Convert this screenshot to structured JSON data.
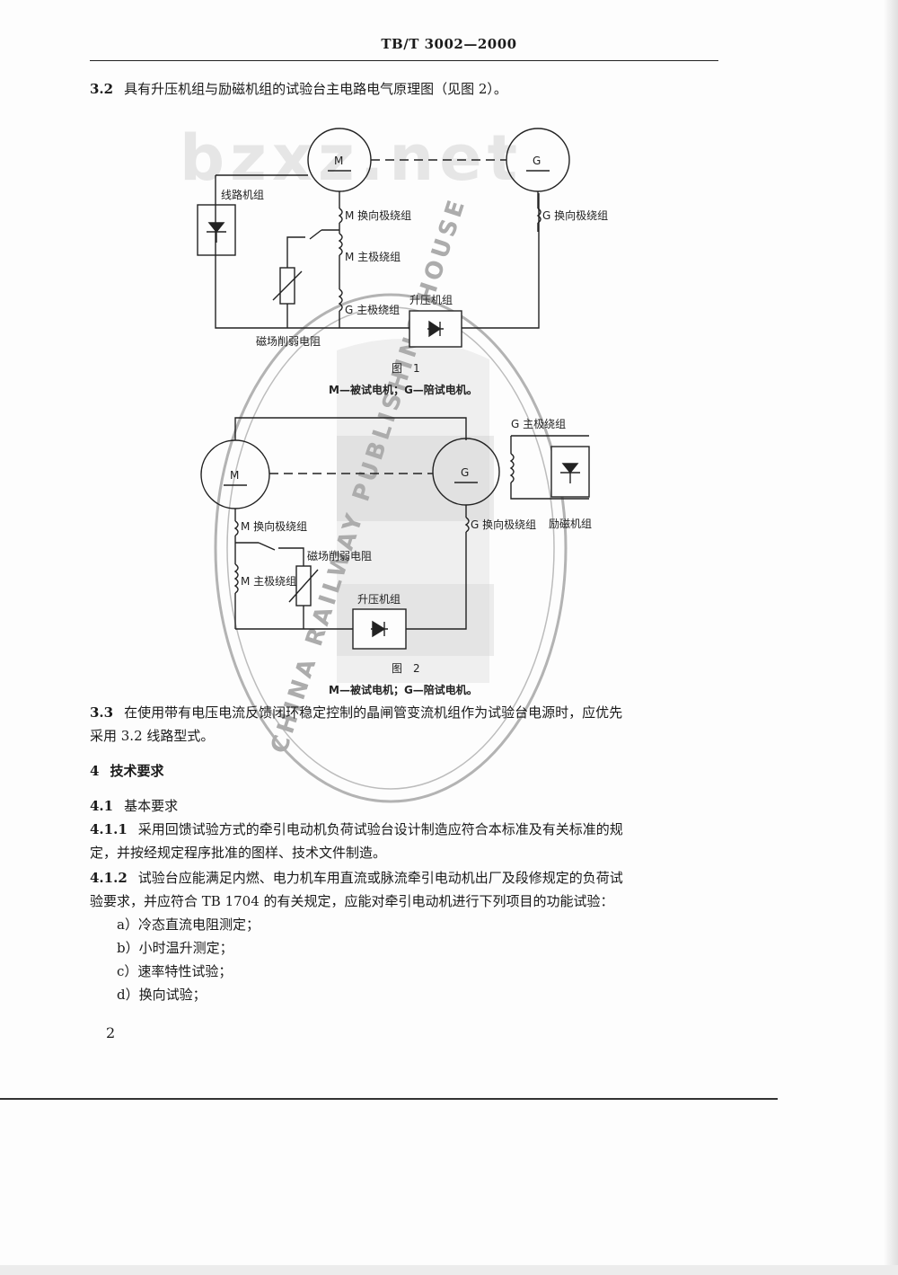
{
  "header": {
    "code": "TB/T 3002—2000"
  },
  "section_3_2": {
    "number": "3.2",
    "text": "具有升压机组与励磁机组的试验台主电路电气原理图（见图 2）。"
  },
  "watermark": {
    "text": "bzxz.net"
  },
  "stamp": {
    "text": "CHINA RAILWAY PUBLISHING HOUSE"
  },
  "figure1": {
    "motor_m": "M",
    "motor_g": "G",
    "line_unit": "线路机组",
    "m_commutation": "M 换向极绕组",
    "g_commutation": "G 换向极绕组",
    "m_main_pole": "M 主极绕组",
    "g_main_pole": "G 主极绕组",
    "boost_unit": "升压机组",
    "field_resistor": "磁场削弱电阻",
    "caption": "图　1",
    "legend": "M—被试电机；G—陪试电机。"
  },
  "figure2": {
    "motor_m": "M",
    "motor_g": "G",
    "g_main_pole": "G 主极绕组",
    "m_commutation": "M 换向极绕组",
    "g_commutation": "G 换向极绕组",
    "excitation_unit": "励磁机组",
    "field_resistor": "磁场削弱电阻",
    "m_main_pole": "M 主极绕组",
    "boost_unit": "升压机组",
    "caption": "图　2",
    "legend": "M—被试电机；G—陪试电机。"
  },
  "section_3_3": {
    "number": "3.3",
    "line1": "在使用带有电压电流反馈闭环稳定控制的晶闸管变流机组作为试验台电源时，应优先",
    "line2": "采用 3.2 线路型式。"
  },
  "section_4": {
    "number": "4",
    "title": "技术要求"
  },
  "section_4_1": {
    "number": "4.1",
    "title": "基本要求"
  },
  "section_4_1_1": {
    "number": "4.1.1",
    "line1": "采用回馈试验方式的牵引电动机负荷试验台设计制造应符合本标准及有关标准的规",
    "line2": "定，并按经规定程序批准的图样、技术文件制造。"
  },
  "section_4_1_2": {
    "number": "4.1.2",
    "line1": "试验台应能满足内燃、电力机车用直流或脉流牵引电动机出厂及段修规定的负荷试",
    "line2": "验要求，并应符合 TB 1704 的有关规定，应能对牵引电动机进行下列项目的功能试验："
  },
  "test_items": [
    "a）冷态直流电阻测定；",
    "b）小时温升测定；",
    "c）速率特性试验；",
    "d）换向试验；"
  ],
  "page_number": "2"
}
